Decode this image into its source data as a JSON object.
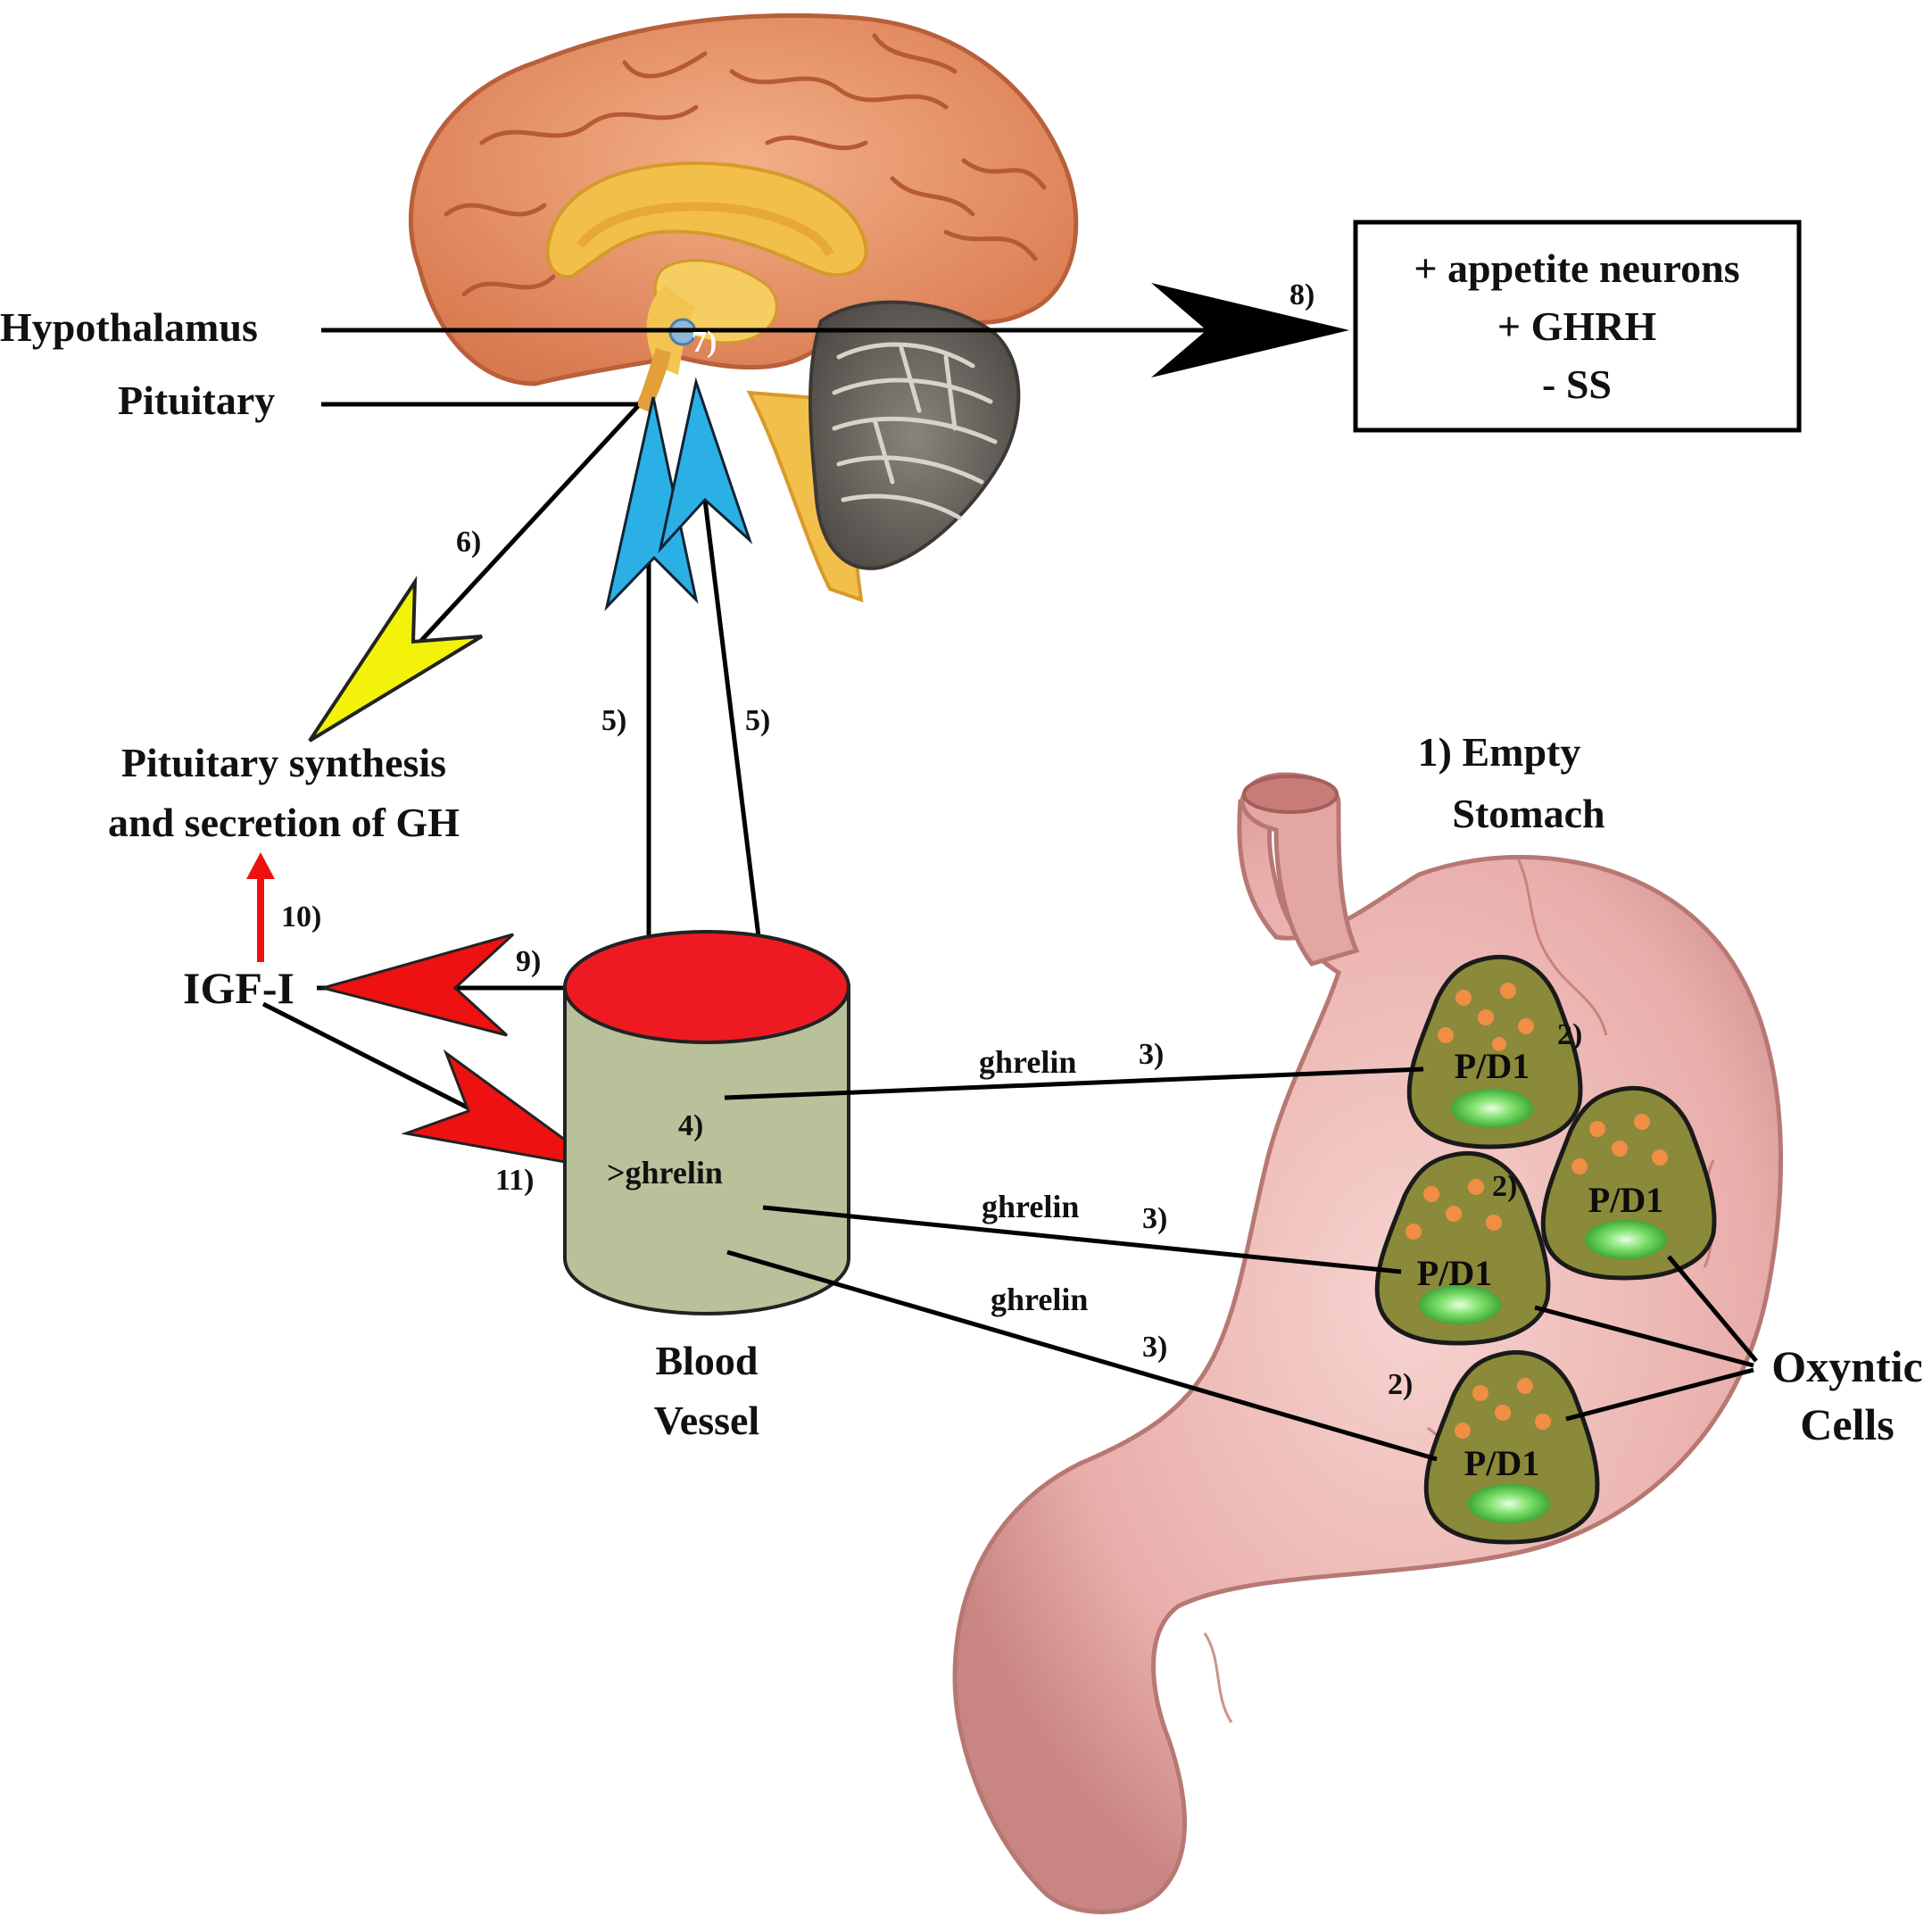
{
  "labels": {
    "hypothalamus": "Hypothalamus",
    "pituitary": "Pituitary",
    "gh_line1": "Pituitary synthesis",
    "gh_line2": "and secretion of GH",
    "igf": "IGF-I",
    "blood_vessel_line1": "Blood",
    "blood_vessel_line2": "Vessel",
    "stomach_line1": "1) Empty",
    "stomach_line2": "Stomach",
    "oxyntic_line1": "Oxyntic",
    "oxyntic_line2": "Cells",
    "more_ghrelin": ">ghrelin",
    "ghrelin": "ghrelin",
    "cell": "P/D1"
  },
  "effects_box": {
    "line1": "+ appetite neurons",
    "line2": "+ GHRH",
    "line3": "- SS"
  },
  "steps": {
    "s2": "2)",
    "s3": "3)",
    "s4": "4)",
    "s5": "5)",
    "s6": "6)",
    "s7": "7)",
    "s8": "8)",
    "s9": "9)",
    "s10": "10)",
    "s11": "11)"
  },
  "colors": {
    "brain_cortex": "#e8926a",
    "brain_inner": "#f2c04a",
    "cerebellum": "#6d6761",
    "stomach": "#eab7b4",
    "cell_fill": "#8a8a3a",
    "vessel_body": "#b9c19a",
    "vessel_top": "#ee1a22",
    "arrow_blue": "#2bb0e6",
    "arrow_yellow": "#f2f20a",
    "arrow_red": "#ee1111",
    "arrow_black": "#000000"
  }
}
